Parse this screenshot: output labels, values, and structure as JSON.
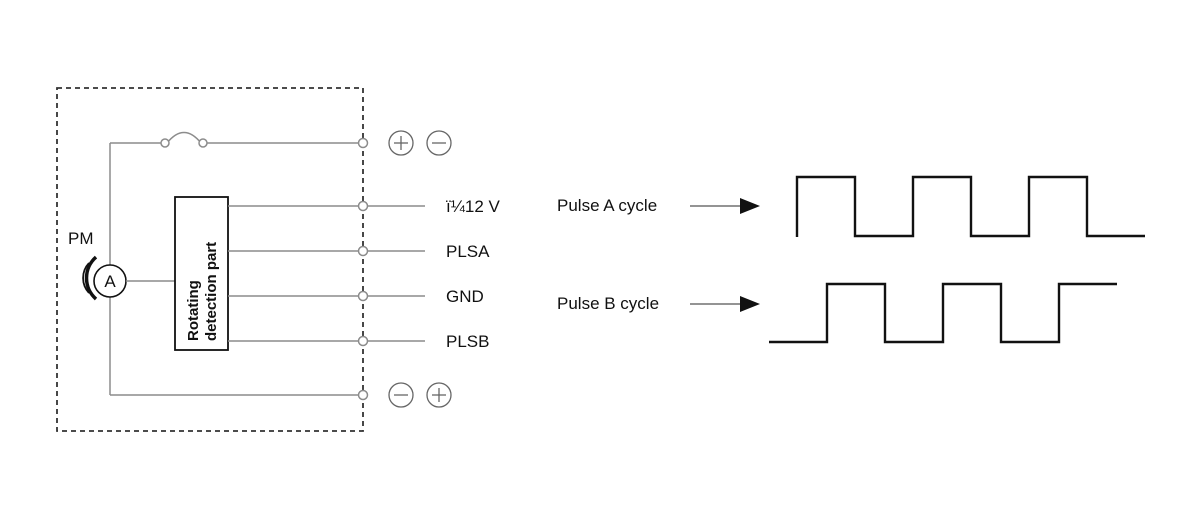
{
  "circuit": {
    "motor_label": "PM",
    "motor_symbol": "A",
    "detector_label_line1": "Rotating",
    "detector_label_line2": "detection part",
    "terminals": [
      "ï¼12 V",
      "PLSA",
      "GND",
      "PLSB"
    ],
    "top_polarity": [
      "+",
      "−"
    ],
    "bottom_polarity": [
      "−",
      "+"
    ]
  },
  "waveforms": {
    "pulse_a_label": "Pulse A cycle",
    "pulse_b_label": "Pulse B cycle"
  }
}
